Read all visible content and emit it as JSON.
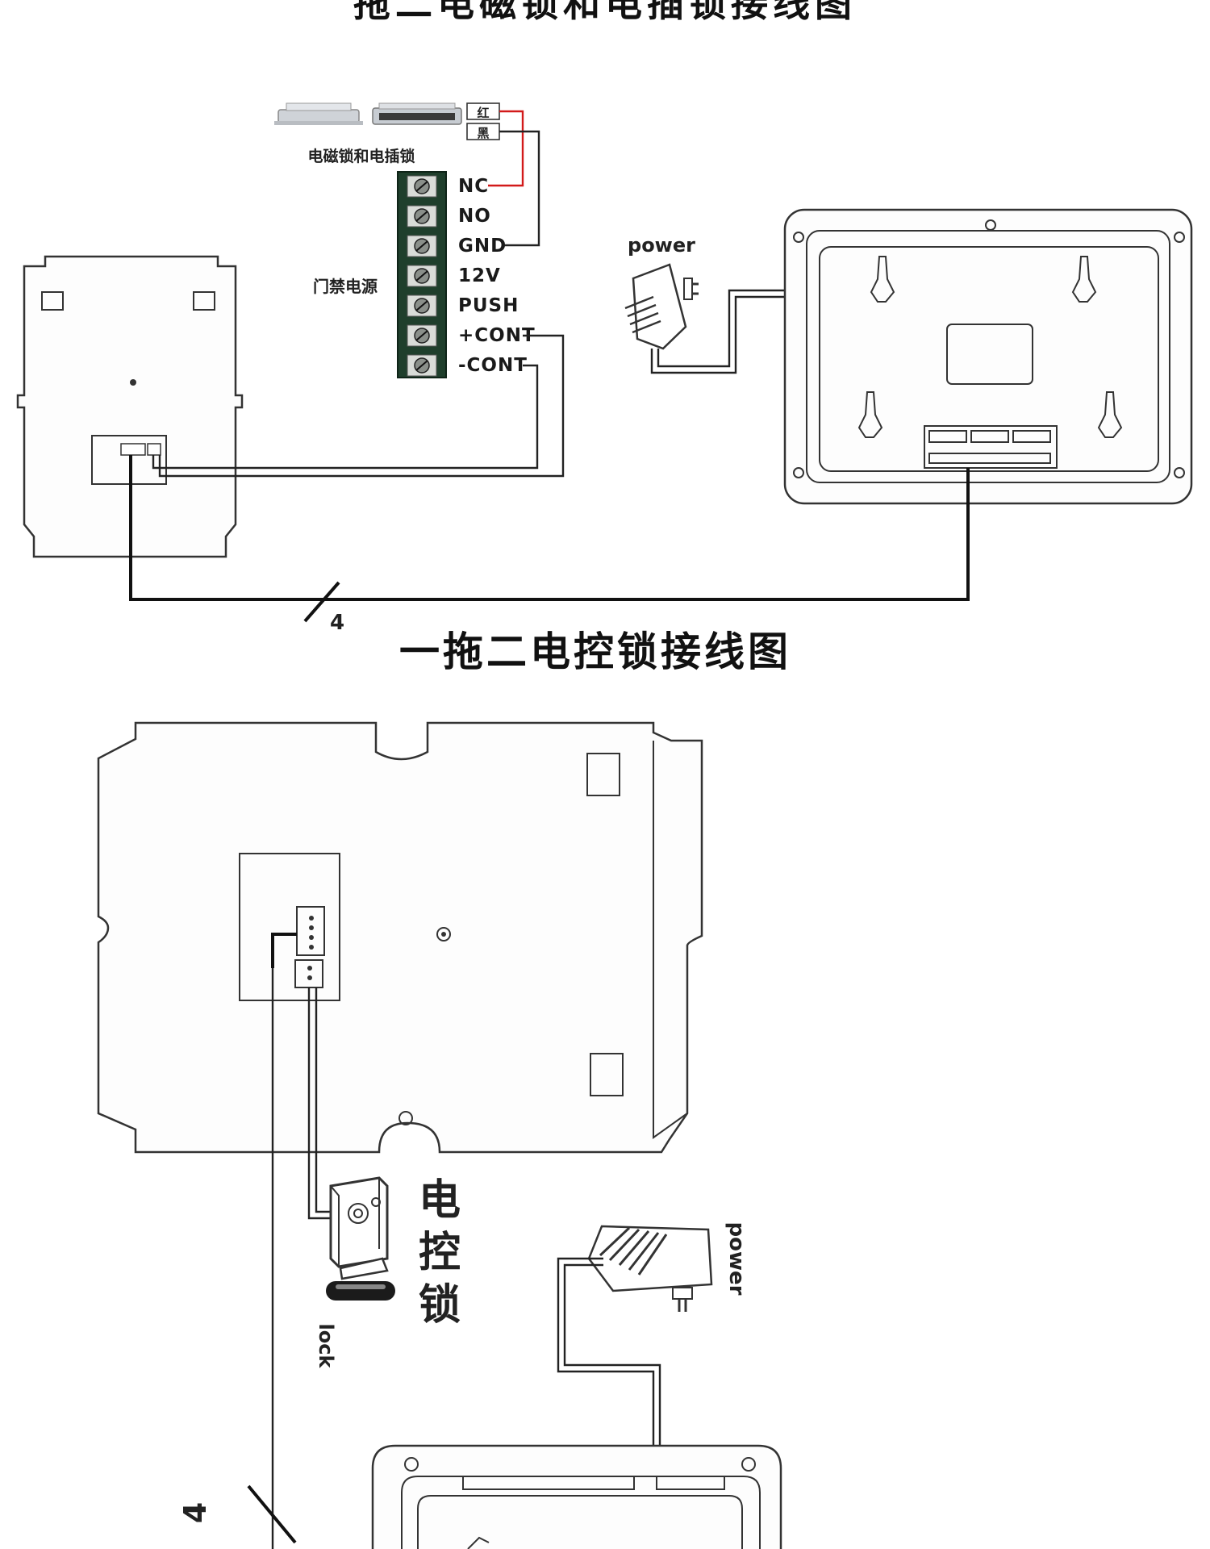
{
  "top_title": "拖二电磁锁和电插锁接线图",
  "second_title": "一拖二电控锁接线图",
  "lock_caption": "电磁锁和电插锁",
  "wire_colors": {
    "red_label": "红",
    "black_label": "黑",
    "red": "#d21a1a",
    "black": "#111111"
  },
  "access_power_label": "门禁电源",
  "terminals": [
    "NC",
    "NO",
    "GND",
    "12V",
    "PUSH",
    "+CONT",
    "-CONT"
  ],
  "power_label_top": "power",
  "cable_count_top": "4",
  "electric_lock_label": "电控锁",
  "lock_label": "lock",
  "power_label_bottom": "power",
  "cable_count_bottom": "4"
}
